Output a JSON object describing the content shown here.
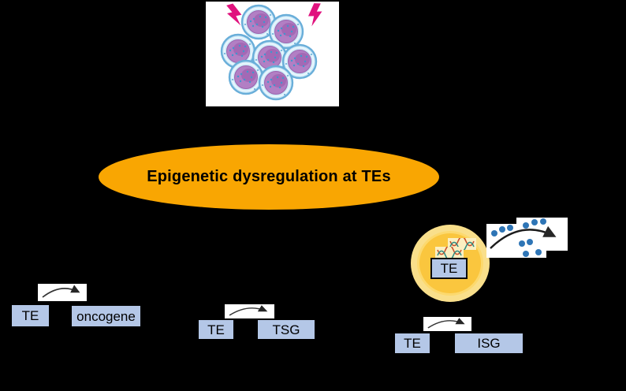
{
  "figure": {
    "background_color": "#000000",
    "stressed_cells": {
      "icon": "cancer-cell-cluster",
      "cell_count": 7,
      "lightning_bolt_count": 2,
      "lightning_color": "#E0127E",
      "membrane_color": "#CBE8F7",
      "nucleus_color": "#B27FC4"
    },
    "banner": {
      "label": "Epigenetic dysregulation at TEs",
      "fill_color": "#F9A602",
      "text_color": "#000000"
    },
    "gene_box_color": "#B4C7E7",
    "outcomes": [
      {
        "te_label": "TE",
        "gene_label": "oncogene"
      },
      {
        "te_label": "TE",
        "gene_label": "TSG"
      },
      {
        "te_label": "TE",
        "gene_label": "ISG"
      }
    ],
    "nucleus_callout": {
      "te_label": "TE",
      "outer_ring_color": "#F9DF8B",
      "inner_fill_color": "#FAC63E",
      "dsrna_chip_count": 2,
      "dsrna_strand_colors": [
        "#C8502E",
        "#2E8B84"
      ],
      "secreted_dot_count": 10,
      "dot_color": "#2E75B6"
    }
  }
}
